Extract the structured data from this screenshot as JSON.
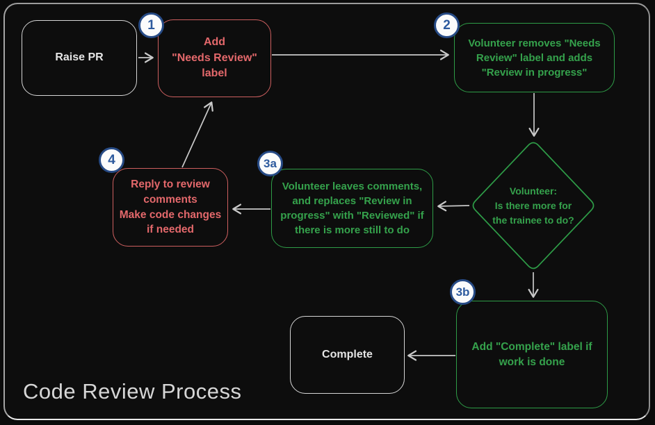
{
  "title": "Code Review Process",
  "colors": {
    "background": "#0b0b0b",
    "frame_border": "#8f8f8f",
    "red_accent": "#e3686b",
    "green_accent": "#35a24c",
    "white_node": "#e5e5e5",
    "badge_blue": "#274b86",
    "arrow_gray": "#c9c9c9"
  },
  "badges": {
    "step1": "1",
    "step2": "2",
    "step3a": "3a",
    "step3b": "3b",
    "step4": "4"
  },
  "nodes": {
    "raise_pr": "Raise PR",
    "step1": "Add\n\"Needs Review\"\nlabel",
    "step2": "Volunteer removes \"Needs\nReview\" label and adds\n\"Review in progress\"",
    "decision": "Volunteer:\nIs there more for\nthe trainee to do?",
    "step3a": "Volunteer leaves comments,\nand replaces \"Review in\nprogress\" with \"Reviewed\" if\nthere is more still to do",
    "step4": "Reply to review\ncomments\nMake code changes\nif needed",
    "step3b": "Add \"Complete\" label if\nwork is done",
    "complete": "Complete"
  }
}
